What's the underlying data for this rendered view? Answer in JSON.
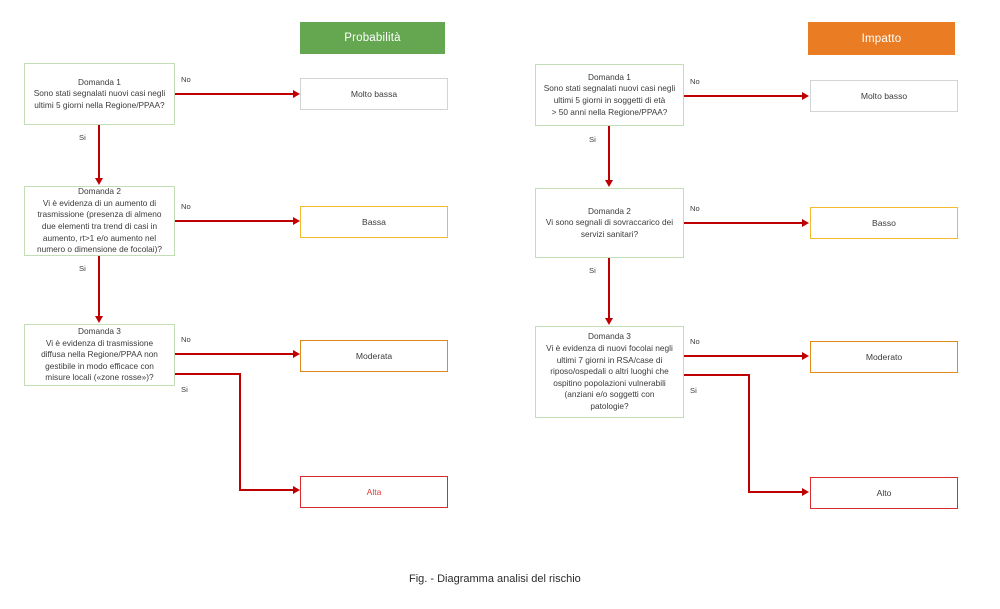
{
  "figure": {
    "caption": "Fig. - Diagramma analisi del rischio"
  },
  "columns": [
    {
      "id": "probabilita",
      "banner_label": "Probabilità",
      "banner_color": "#64a750",
      "questions": [
        {
          "id": "q1",
          "title": "Domanda 1",
          "text": "Domanda 1\nSono stati segnalati nuovi casi negli\nultimi 5 giorni nella Regione/PPAA?"
        },
        {
          "id": "q2",
          "title": "Domanda 2",
          "text": "Domanda 2\nVi è evidenza di un aumento di\ntrasmissione (presenza di almeno\ndue elementi tra trend di casi in\naumento, rt>1 e/o aumento nel\nnumero o dimensione de focolai)?"
        },
        {
          "id": "q3",
          "title": "Domanda 3",
          "text": "Domanda 3\nVi è evidenza di trasmissione\ndiffusa nella Regione/PPAA non\ngestibile in modo efficace con\nmisure locali («zone rosse»)?"
        }
      ],
      "outcomes": [
        {
          "id": "molto-bassa",
          "label": "Molto bassa",
          "style": "grey",
          "text_style": "txt-dark"
        },
        {
          "id": "bassa",
          "label": "Bassa",
          "style": "amber",
          "text_style": "txt-dark"
        },
        {
          "id": "moderata",
          "label": "Moderata",
          "style": "orange",
          "text_style": "txt-dark"
        },
        {
          "id": "alta",
          "label": "Alta",
          "style": "red",
          "text_style": "txt-red"
        }
      ],
      "edge_labels": {
        "q1_no": "No",
        "q1_si": "Si",
        "q2_no": "No",
        "q2_si": "Si",
        "q3_no": "No",
        "q3_si": "Si"
      }
    },
    {
      "id": "impatto",
      "banner_label": "Impatto",
      "banner_color": "#ea7c24",
      "questions": [
        {
          "id": "q1",
          "title": "Domanda 1",
          "text": "Domanda 1\nSono stati segnalati nuovi casi negli\nultimi 5 giorni in soggetti di età\n> 50 anni nella Regione/PPAA?"
        },
        {
          "id": "q2",
          "title": "Domanda 2",
          "text": "Domanda 2\nVi sono segnali di sovraccarico dei\nservizi sanitari?"
        },
        {
          "id": "q3",
          "title": "Domanda 3",
          "text": "Domanda 3\nVi è evidenza di nuovi focolai negli\nultimi 7 giorni in RSA/case di\nriposo/ospedali o altri luoghi che\nospitino popolazioni vulnerabili\n(anziani e/o soggetti con\npatologie?"
        }
      ],
      "outcomes": [
        {
          "id": "molto-basso",
          "label": "Molto basso",
          "style": "grey",
          "text_style": "txt-dark"
        },
        {
          "id": "basso",
          "label": "Basso",
          "style": "amber",
          "text_style": "txt-dark"
        },
        {
          "id": "moderato",
          "label": "Moderato",
          "style": "orange",
          "text_style": "txt-dark"
        },
        {
          "id": "alto",
          "label": "Alto",
          "style": "red",
          "text_style": "txt-dark"
        }
      ],
      "edge_labels": {
        "q1_no": "No",
        "q1_si": "Si",
        "q2_no": "No",
        "q2_si": "Si",
        "q3_no": "No",
        "q3_si": "Si"
      }
    }
  ],
  "colors": {
    "arrow": "#c00000",
    "question_border": "#c3ddb4",
    "grey_border": "#d4d4d4",
    "amber_border": "#f5b830",
    "orange_border": "#e08a18",
    "red_border": "#d92b2b",
    "alta_text": "#e03a3a"
  }
}
